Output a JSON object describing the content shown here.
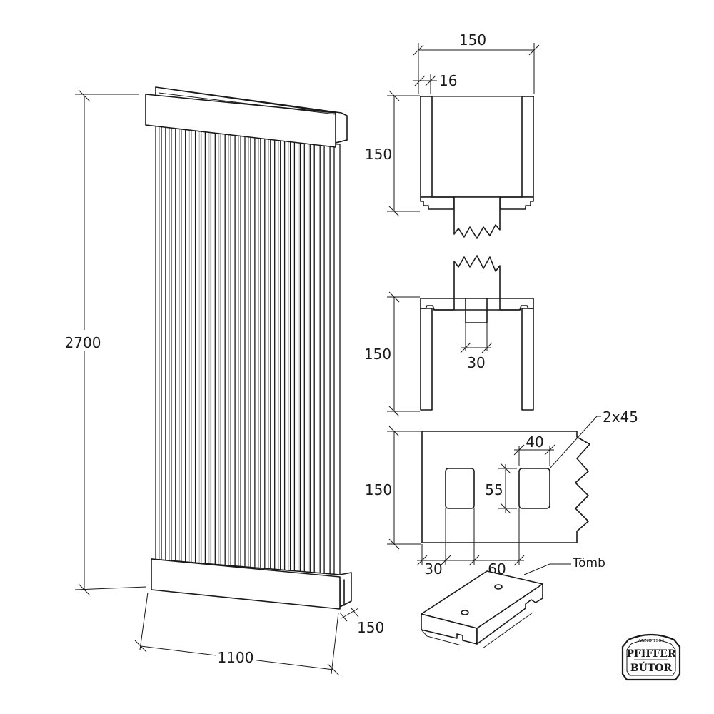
{
  "elevation": {
    "height_dim": "2700",
    "width_dim": "1100",
    "depth_dim": "150"
  },
  "top_section": {
    "width_dim": "150",
    "wall_dim": "16",
    "height_dim": "150"
  },
  "bottom_section": {
    "height_dim": "150",
    "slot_dim": "30"
  },
  "block_detail": {
    "height_dim": "150",
    "hole_width_dim": "40",
    "hole_height_dim": "55",
    "edge_offset_dim": "30",
    "spacing_dim": "60",
    "chamfer_note": "2x45"
  },
  "block_3d": {
    "label": "Tömb"
  },
  "logo": {
    "line1": "PFIFFER",
    "line2": "BÚTOR",
    "arc_text": "ANNO 1994"
  }
}
